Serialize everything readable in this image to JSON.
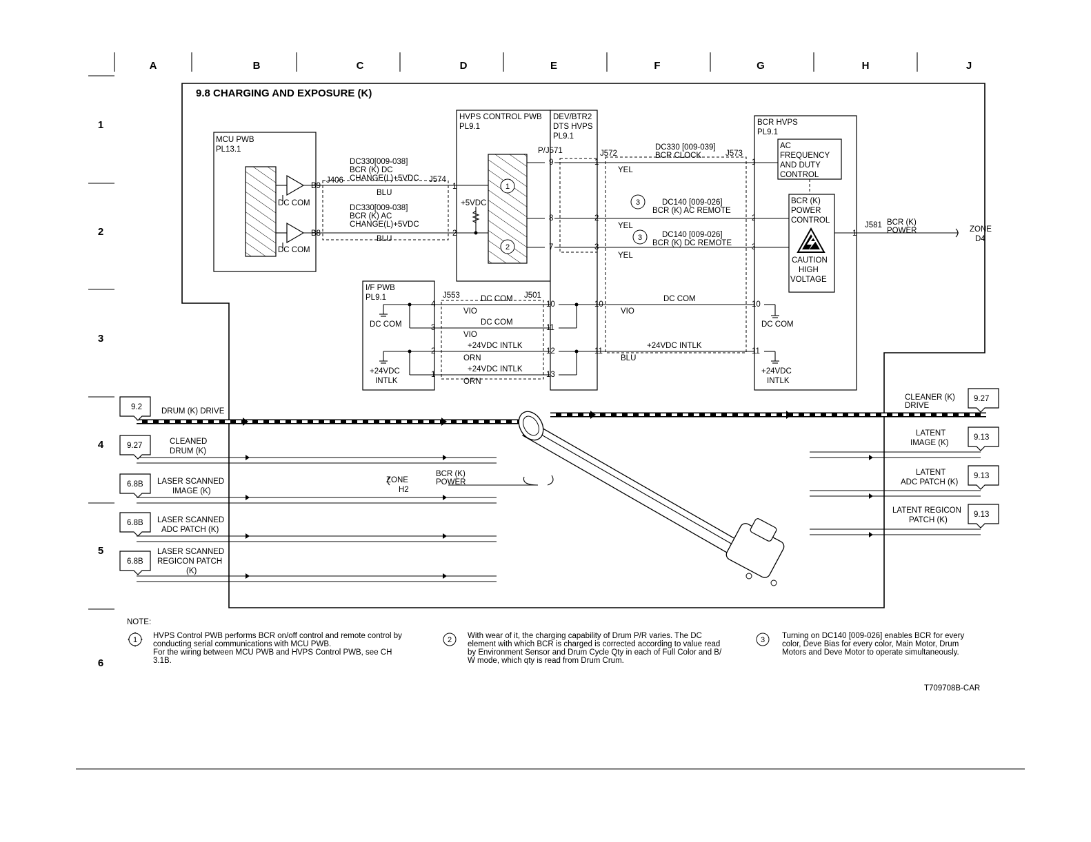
{
  "title": "9.8 CHARGING AND EXPOSURE (K)",
  "figure_id": "T709708B-CAR",
  "grid": {
    "columns": [
      "A",
      "B",
      "C",
      "D",
      "E",
      "F",
      "G",
      "H",
      "J"
    ],
    "rows": [
      "1",
      "2",
      "3",
      "4",
      "5",
      "6"
    ]
  },
  "blocks": {
    "mcu": {
      "name": "MCU PWB",
      "ref": "PL13.1",
      "pin_b9": "B9",
      "pin_b8": "B8",
      "dc_com_1": "DC COM",
      "dc_com_2": "DC COM"
    },
    "hvps_control": {
      "name": "HVPS CONTROL PWB",
      "ref": "PL9.1",
      "plus5": "+5VDC"
    },
    "dev_btr2": {
      "line1": "DEV/BTR2",
      "line2": "DTS HVPS",
      "ref": "PL9.1"
    },
    "bcr_hvps": {
      "name": "BCR HVPS",
      "ref": "PL9.1",
      "ac_box": [
        "AC",
        "FREQUENCY",
        "AND DUTY",
        "CONTROL"
      ],
      "power_box": [
        "BCR (K)",
        "POWER",
        "CONTROL"
      ],
      "caution": [
        "CAUTION",
        "HIGH",
        "VOLTAGE"
      ]
    },
    "if_pwb": {
      "name": "I/F PWB",
      "ref": "PL9.1",
      "dc_com": "DC COM",
      "v24_1": "+24VDC",
      "v24_2": "INTLK"
    }
  },
  "connectors": {
    "j406": "J406",
    "j574": "J574",
    "pj571": "P/J571",
    "j572": "J572",
    "j573": "J573",
    "j581": "J581",
    "j553": "J553",
    "j501": "J501"
  },
  "pins": {
    "j574_1": "1",
    "j574_2": "2",
    "j571_9": "9",
    "j571_8": "8",
    "j571_7": "7",
    "j572_1": "1",
    "j572_2": "2",
    "j572_3": "3",
    "j573_1": "1",
    "j573_2": "2",
    "j573_3": "3",
    "j581_1": "1",
    "j553_4": "4",
    "j553_3": "3",
    "j553_2": "2",
    "j553_1": "1",
    "j501_10": "10",
    "j501_11": "11",
    "j501_12": "12",
    "j501_13": "13",
    "l_10": "10",
    "l_11": "11",
    "r_10": "10",
    "r_11": "11"
  },
  "signals": {
    "s1": [
      "DC330[009-038]",
      "BCR (K) DC",
      "CHANGE(L)+5VDC"
    ],
    "s2": [
      "DC330[009-038]",
      "BCR (K) AC",
      "CHANGE(L)+5VDC"
    ],
    "s3": [
      "DC330 [009-039]",
      "BCR CLOCK"
    ],
    "s4": [
      "DC140 [009-026]",
      "BCR (K) AC REMOTE"
    ],
    "s5": [
      "DC140 [009-026]",
      "BCR (K) DC REMOTE"
    ],
    "dc_com_mid": "DC COM",
    "dc_com_left1": "DC COM",
    "dc_com_left2": "DC COM",
    "v24_mid": "+24VDC INTLK",
    "v24_left1": "+24VDC INTLK",
    "v24_left2": "+24VDC INTLK",
    "bcr_power": [
      "BCR (K)",
      "POWER"
    ],
    "zone_d4": [
      "ZONE",
      "D4"
    ],
    "zone_h2": [
      "ZONE",
      "H2"
    ],
    "bcr_power_left": [
      "BCR (K)",
      "POWER"
    ],
    "dc_com_r": "DC COM",
    "v24_r": [
      "+24VDC",
      "INTLK"
    ]
  },
  "wire_colors": {
    "blu1": "BLU",
    "blu2": "BLU",
    "yel1": "YEL",
    "yel2": "YEL",
    "yel3": "YEL",
    "vio1": "VIO",
    "vio2": "VIO",
    "vio3": "VIO",
    "orn1": "ORN",
    "orn2": "ORN",
    "blu3": "BLU"
  },
  "notes_markers": {
    "m1": "1",
    "m2": "2",
    "m3a": "3",
    "m3b": "3"
  },
  "flows": {
    "left": [
      {
        "ref": "9.2",
        "label": [
          "DRUM (K) DRIVE"
        ]
      },
      {
        "ref": "9.27",
        "label": [
          "CLEANED",
          "DRUM (K)"
        ]
      },
      {
        "ref": "6.8B",
        "label": [
          "LASER SCANNED",
          "IMAGE (K)"
        ]
      },
      {
        "ref": "6.8B",
        "label": [
          "LASER SCANNED",
          "ADC PATCH  (K)"
        ]
      },
      {
        "ref": "6.8B",
        "label": [
          "LASER SCANNED",
          "REGICON PATCH",
          "(K)"
        ]
      }
    ],
    "right": [
      {
        "ref": "9.27",
        "label": [
          "CLEANER (K)",
          "DRIVE"
        ]
      },
      {
        "ref": "9.13",
        "label": [
          "LATENT",
          "IMAGE (K)"
        ]
      },
      {
        "ref": "9.13",
        "label": [
          "LATENT",
          "ADC PATCH (K)"
        ]
      },
      {
        "ref": "9.13",
        "label": [
          "LATENT REGICON",
          "PATCH (K)"
        ]
      }
    ]
  },
  "notes": {
    "heading": "NOTE:",
    "items": [
      {
        "marker": "1",
        "lines": [
          "HVPS Control PWB performs BCR on/off control and remote control by",
          "conducting serial communications with MCU PWB.",
          "For the wiring between MCU PWB and HVPS Control PWB, see CH",
          "3.1B."
        ]
      },
      {
        "marker": "2",
        "lines": [
          "With wear of it, the charging capability of Drum P/R varies.  The DC",
          "element with which BCR is charged is corrected according to value read",
          "by Environment Sensor and Drum Cycle Qty in each of Full Color and B/",
          "W mode, which qty is read from Drum Crum."
        ]
      },
      {
        "marker": "3",
        "lines": [
          "Turning on DC140 [009-026] enables BCR for every",
          "color, Deve Bias for every color, Main Motor, Drum",
          "Motors and Deve Motor to operate simultaneously."
        ]
      }
    ]
  }
}
